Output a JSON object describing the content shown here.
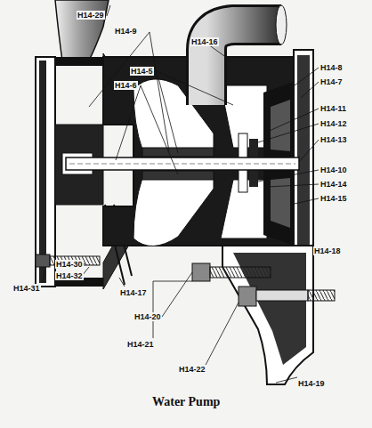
{
  "diagram": {
    "caption": "Water Pump",
    "labels": [
      "H14-29",
      "H14-9",
      "H14-16",
      "H14-5",
      "H14-6",
      "H14-8",
      "H14-7",
      "H14-11",
      "H14-12",
      "H14-13",
      "H14-10",
      "H14-14",
      "H14-15",
      "H14-18",
      "H14-30",
      "H14-32",
      "H14-31",
      "H14-17",
      "H14-20",
      "H14-21",
      "H14-22",
      "H14-19"
    ]
  }
}
